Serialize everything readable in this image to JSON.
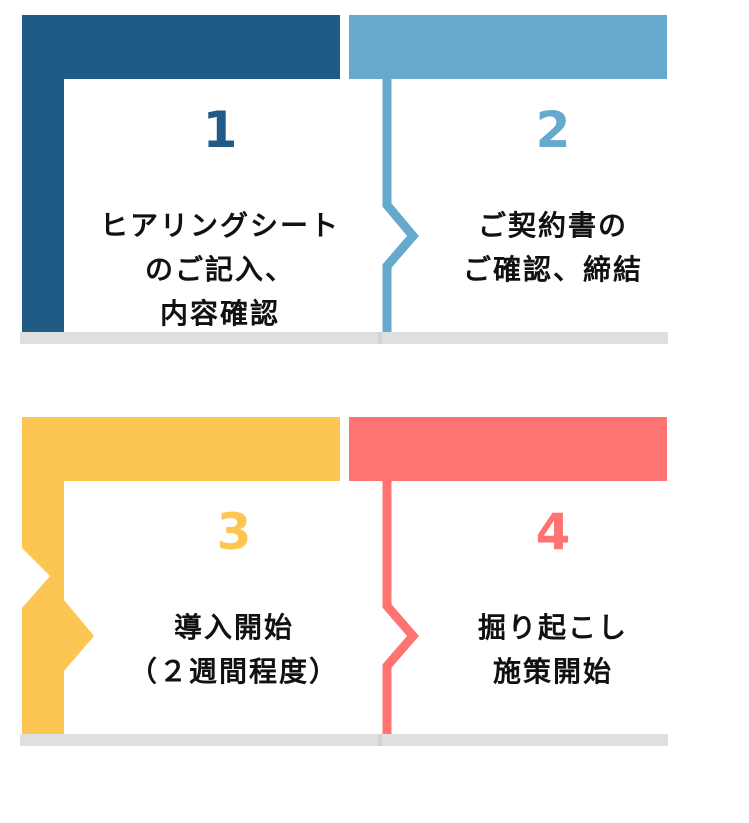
{
  "colors": {
    "step1": "#1f5b84",
    "step2": "#65a9cc",
    "step3": "#fdc653",
    "step4": "#ff7373",
    "text": "#111111",
    "panel": "#ffffff",
    "shadow": "#c9c9c9"
  },
  "steps": [
    {
      "number": "1",
      "lines": [
        "ヒアリングシート",
        "のご記入、",
        "内容確認"
      ]
    },
    {
      "number": "2",
      "lines": [
        "ご契約書の",
        "ご確認、締結"
      ]
    },
    {
      "number": "3",
      "lines": [
        "導入開始",
        "（２週間程度）"
      ]
    },
    {
      "number": "4",
      "lines": [
        "掘り起こし",
        "施策開始"
      ]
    }
  ]
}
